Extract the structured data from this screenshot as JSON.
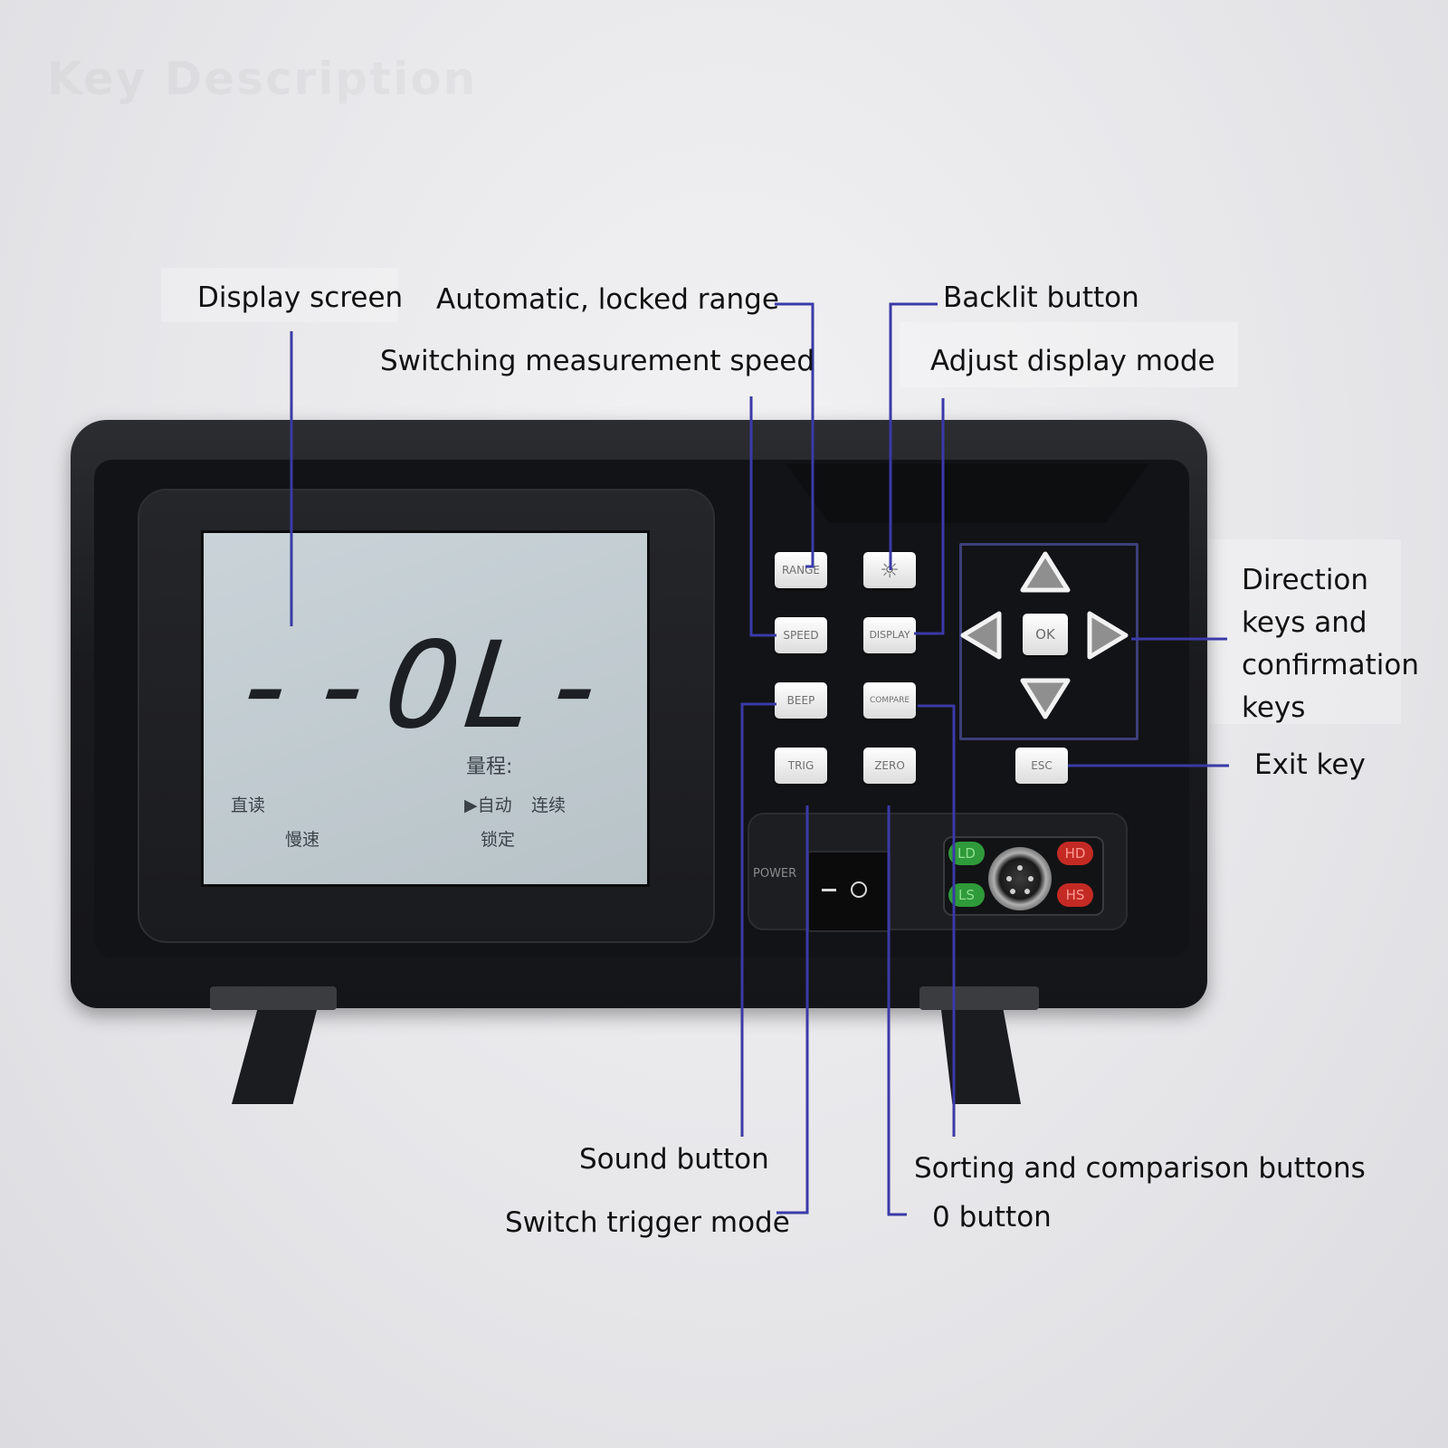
{
  "labels": {
    "display_screen": "Display screen",
    "automatic_range": "Automatic, locked range",
    "switching_speed": "Switching measurement speed",
    "backlit_button": "Backlit button",
    "adjust_display": "Adjust display mode",
    "direction_keys": "Direction keys and confirmation keys",
    "exit_key": "Exit key",
    "sound_button": "Sound button",
    "switch_trigger": "Switch trigger mode",
    "sorting_comparison": "Sorting and comparison buttons",
    "zero_button": "0 button"
  },
  "lcd": {
    "reading": "--OL-",
    "range_label": "量程:",
    "direct_read": "直读",
    "auto": "▶自动",
    "continuous": "连续",
    "slow_speed": "慢速",
    "locked": "锁定"
  },
  "keys": {
    "range": "RANGE",
    "backlight_icon": "☼",
    "speed": "SPEED",
    "display": "DISPLAY",
    "beep": "BEEP",
    "compare": "COMPARE",
    "trig": "TRIG",
    "zero": "ZERO",
    "ok": "OK",
    "esc": "ESC"
  },
  "panel": {
    "power": "POWER",
    "led_ld": "LD",
    "led_ls": "LS",
    "led_hd": "HD",
    "led_hs": "HS"
  },
  "colors": {
    "leader_line": "#3a3aa8",
    "device_body": "#1a1b1e",
    "lcd": "#c0cbd0",
    "led_green": "#2f9a3a",
    "led_red": "#c42a24"
  },
  "icons": {
    "backlight": "sun-icon",
    "arrow_up": "arrow-up-icon",
    "arrow_down": "arrow-down-icon",
    "arrow_left": "arrow-left-icon",
    "arrow_right": "arrow-right-icon"
  }
}
